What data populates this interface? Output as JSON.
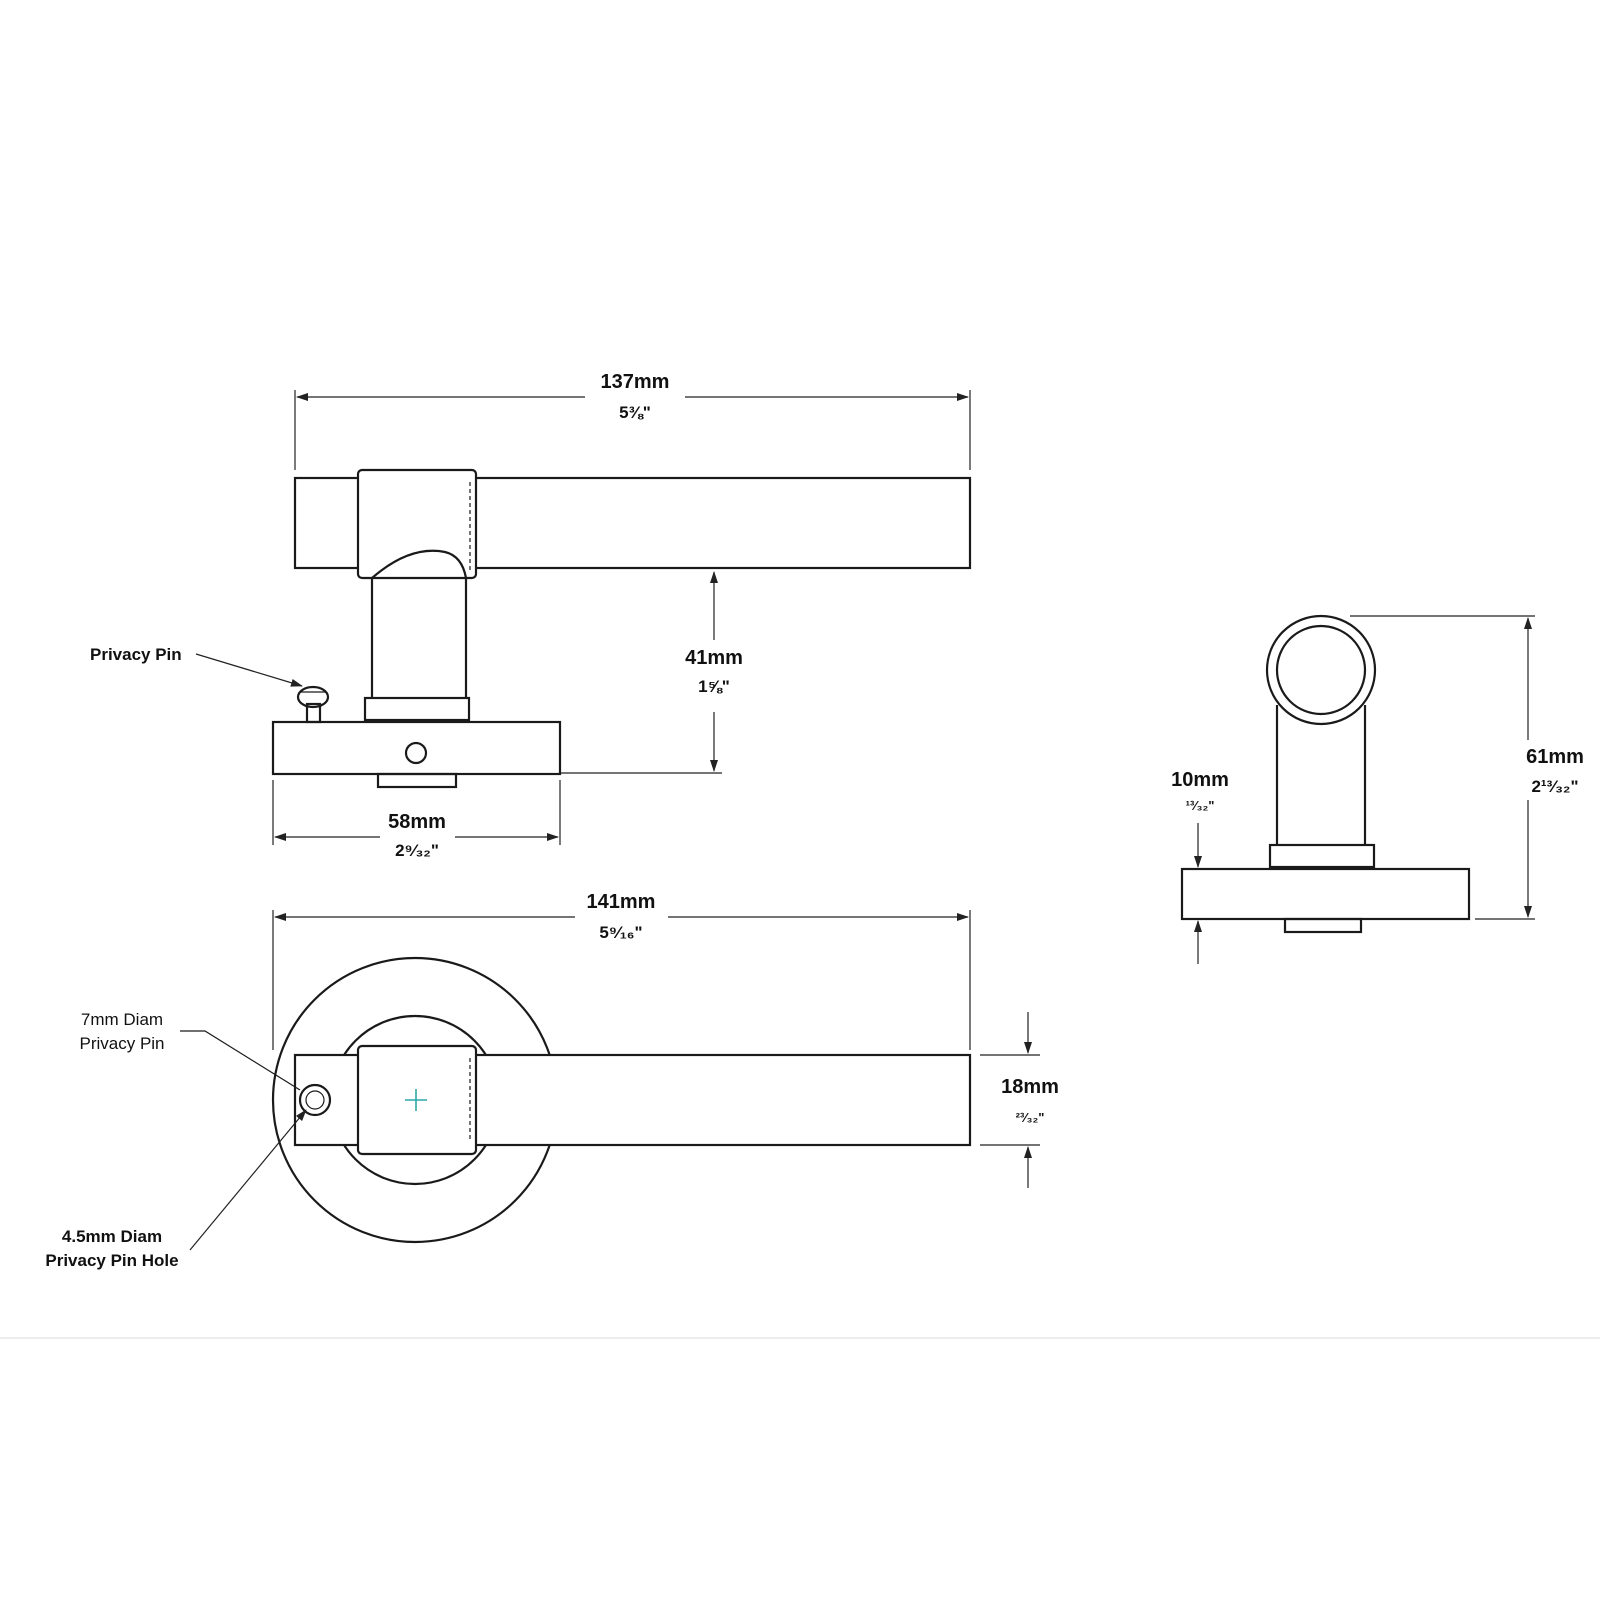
{
  "dimensions": {
    "top_width": {
      "mm": "137mm",
      "inch": "5⅜\""
    },
    "height_41": {
      "mm": "41mm",
      "inch": "1⅝\""
    },
    "rose_width": {
      "mm": "58mm",
      "inch": "2⁹⁄₃₂\""
    },
    "overall_141": {
      "mm": "141mm",
      "inch": "5⁹⁄₁₆\""
    },
    "lever_18": {
      "mm": "18mm",
      "inch": "²³⁄₃₂\""
    },
    "side_61": {
      "mm": "61mm",
      "inch": "2¹³⁄₃₂\""
    },
    "rose_10": {
      "mm": "10mm",
      "inch": "¹³⁄₃₂\""
    }
  },
  "callouts": {
    "privacy_pin": "Privacy Pin",
    "pin_diam_line1": "7mm Diam",
    "pin_diam_line2": "Privacy Pin",
    "pin_hole_line1": "4.5mm Diam",
    "pin_hole_line2": "Privacy Pin Hole"
  },
  "colors": {
    "line": "#1a1a1a",
    "center_mark": "#2aa8a8"
  }
}
